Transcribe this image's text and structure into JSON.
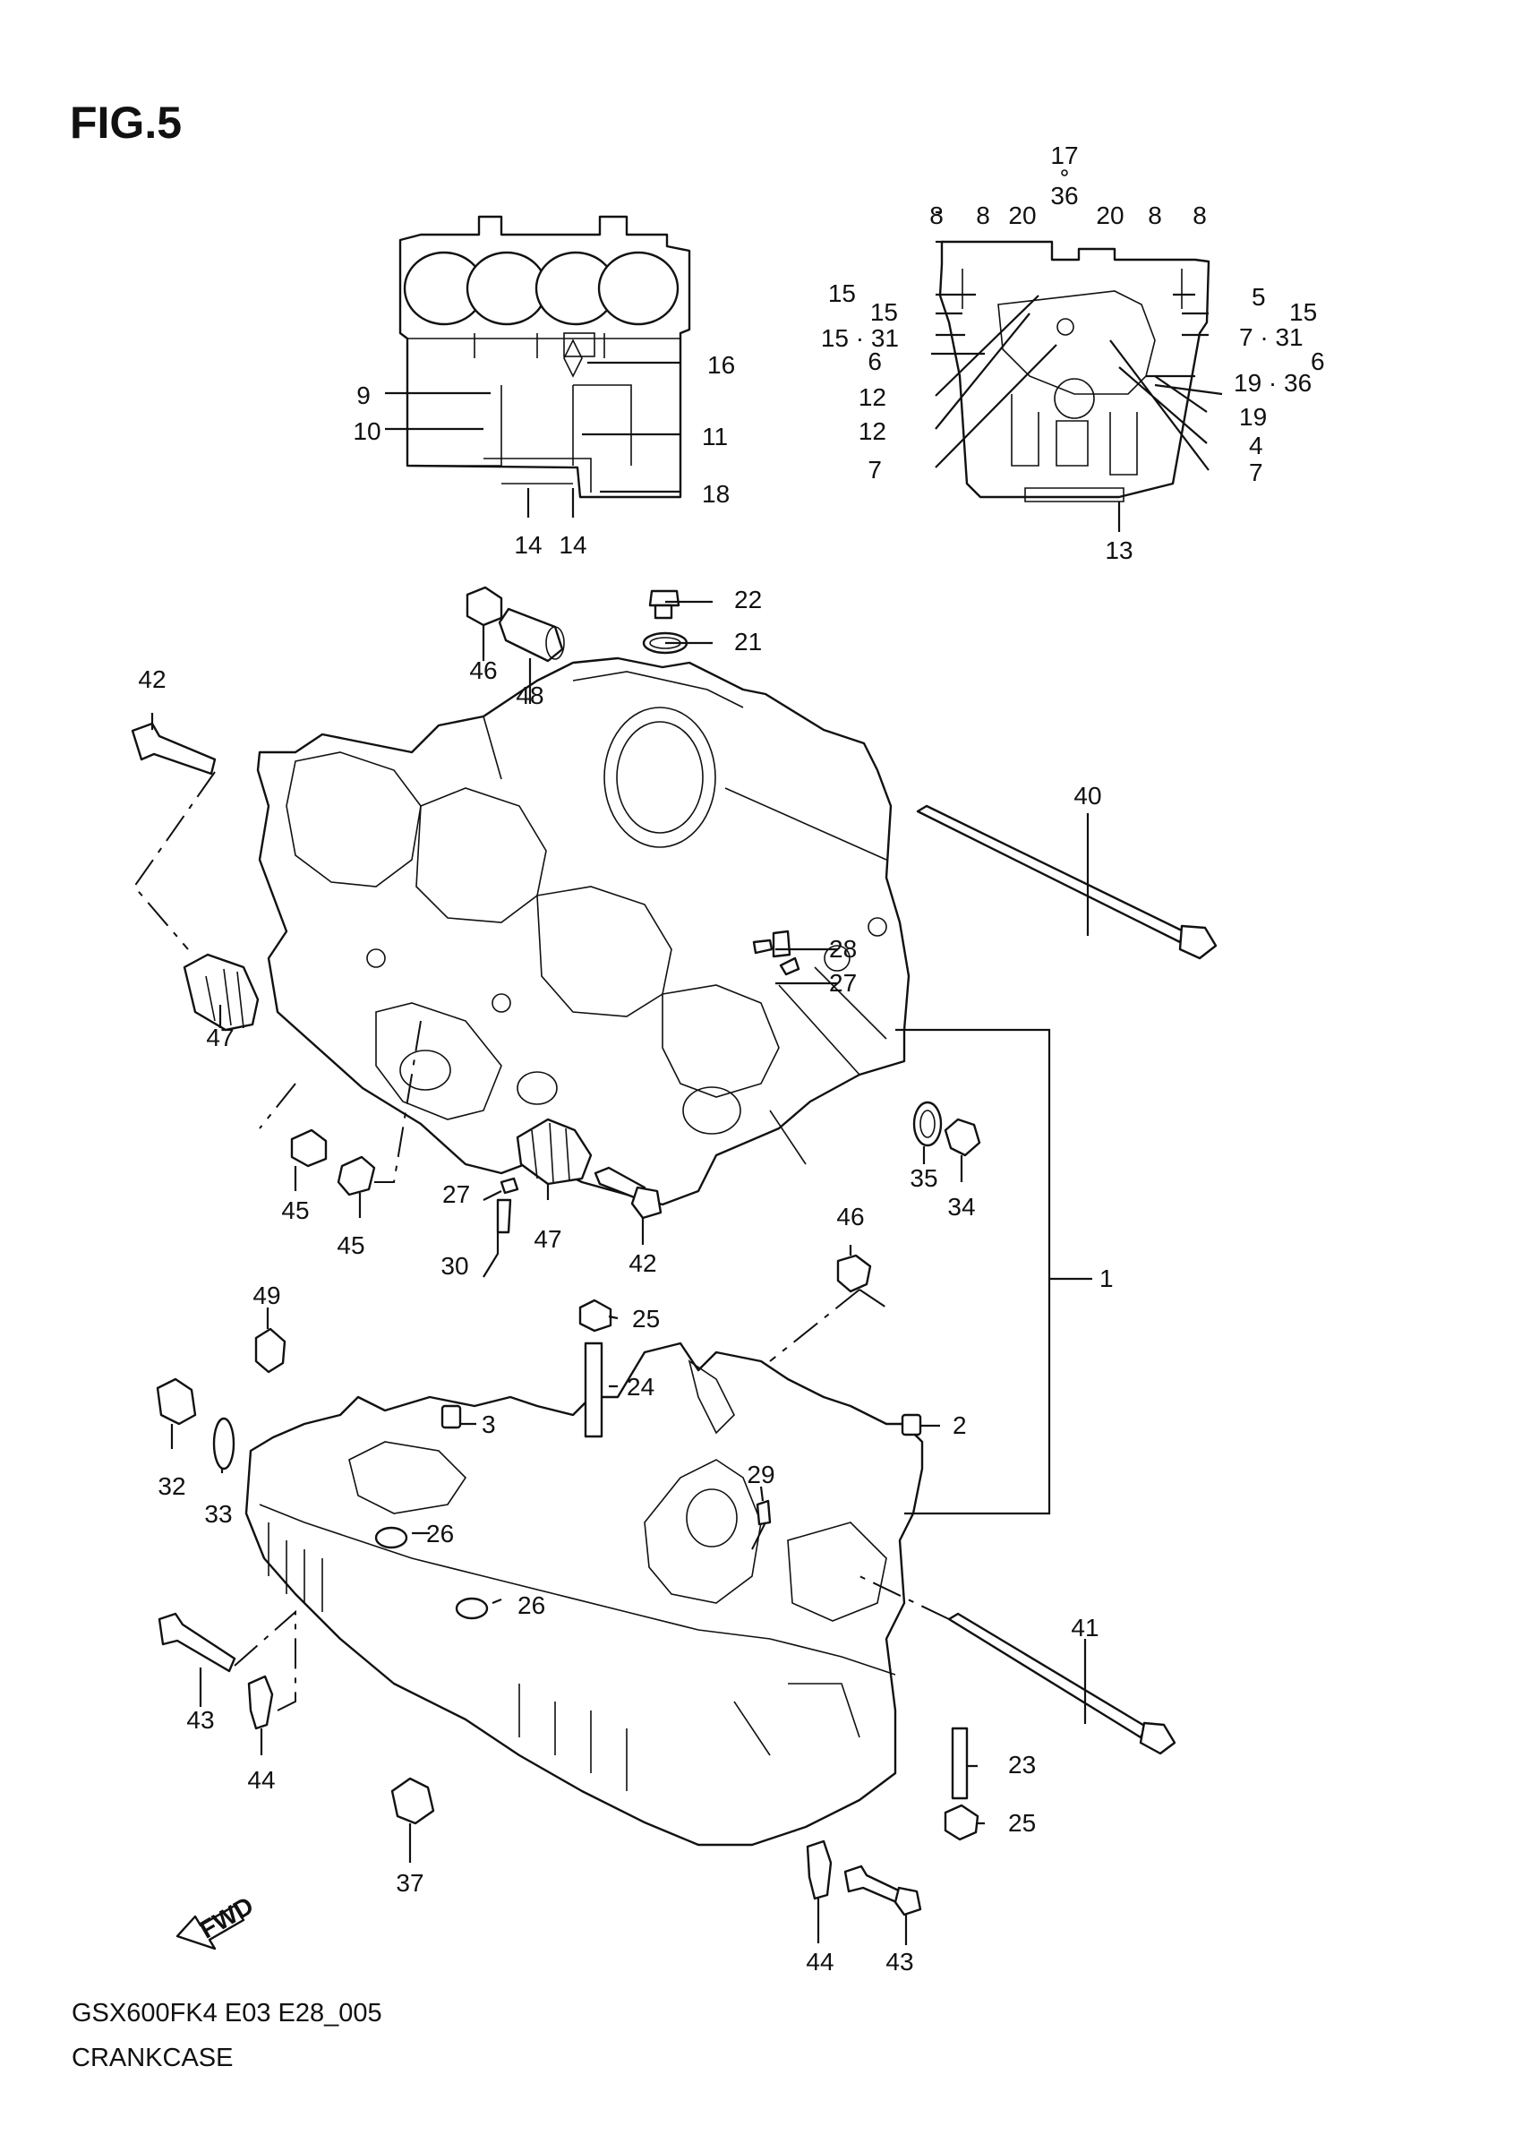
{
  "header": {
    "figure_label": "FIG.5"
  },
  "footer": {
    "model_code": "GSX600FK4 E03 E28_005",
    "section_name": "CRANKCASE"
  },
  "fwd_badge": {
    "text": "FWD",
    "icon": "fwd-arrow-icon"
  },
  "callouts": {
    "c1": "1",
    "c2": "2",
    "c3": "3",
    "c4": "4",
    "c5": "5",
    "c6": "6",
    "c6b": "6",
    "c7": "7",
    "c7b": "7",
    "c7_31": "7 · 31",
    "c8": "8",
    "c8b": "8",
    "c8c": "8",
    "c8d": "8",
    "c9": "9",
    "c10": "10",
    "c11": "11",
    "c12": "12",
    "c12b": "12",
    "c13": "13",
    "c14": "14",
    "c14b": "14",
    "c15": "15",
    "c15b": "15",
    "c15c": "15",
    "c15_31": "15 · 31",
    "c16": "16",
    "c17": "17",
    "c18": "18",
    "c19": "19",
    "c19_36": "19 · 36",
    "c20": "20",
    "c20b": "20",
    "c21": "21",
    "c22": "22",
    "c23": "23",
    "c24": "24",
    "c25": "25",
    "c25b": "25",
    "c26": "26",
    "c26b": "26",
    "c27": "27",
    "c27b": "27",
    "c28": "28",
    "c29": "29",
    "c30": "30",
    "c32": "32",
    "c33": "33",
    "c34": "34",
    "c35": "35",
    "c36": "36",
    "c37": "37",
    "c40": "40",
    "c41": "41",
    "c42": "42",
    "c42b": "42",
    "c43": "43",
    "c43b": "43",
    "c44": "44",
    "c44b": "44",
    "c45": "45",
    "c45b": "45",
    "c46": "46",
    "c46b": "46",
    "c47": "47",
    "c47b": "47",
    "c48": "48",
    "c49": "49"
  }
}
